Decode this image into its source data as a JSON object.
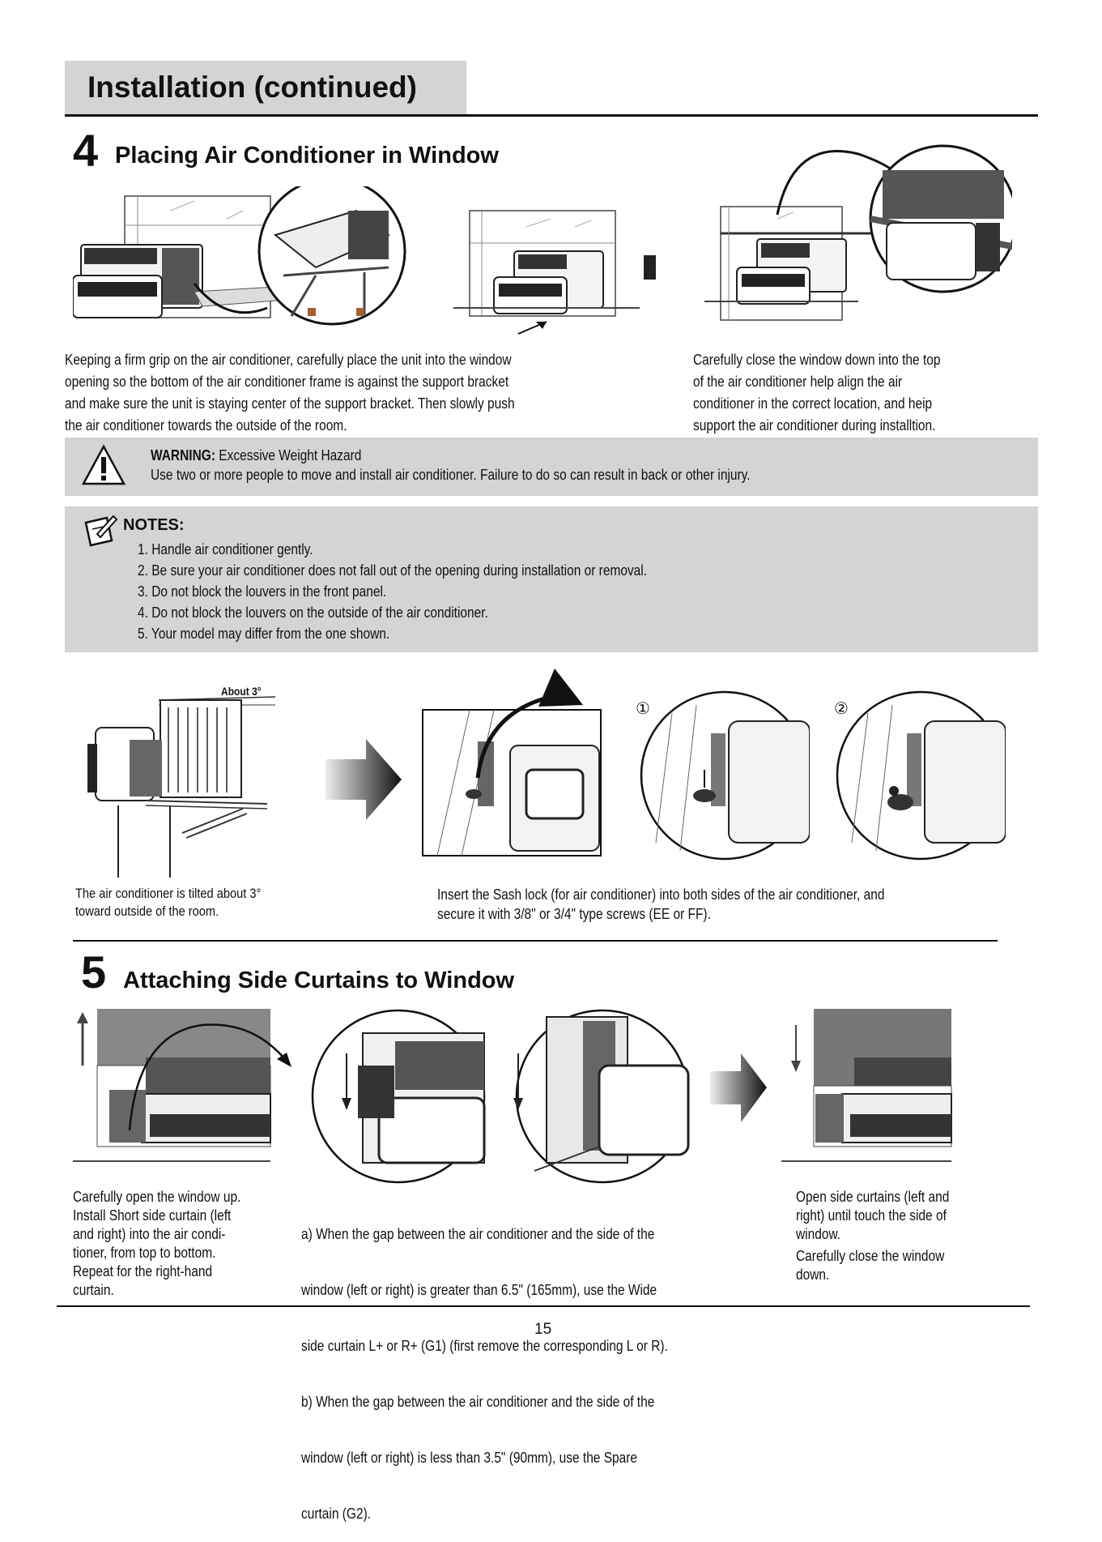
{
  "header": {
    "title": "Installation (continued)"
  },
  "step4": {
    "number": "4",
    "title": "Placing Air Conditioner in Window",
    "caption_left": [
      "Keeping a firm grip on the air conditioner, carefully place the unit into the window",
      "opening so the bottom of the air conditioner frame is against the support bracket",
      "and make sure the unit is staying center of the support bracket. Then slowly push",
      "the air conditioner towards the outside of the room."
    ],
    "caption_right": [
      "Carefully close the window down into the top",
      "of the air conditioner help align the air",
      "conditioner in the correct location, and heip",
      "support the air conditioner during installtion."
    ]
  },
  "warning": {
    "label": "WARNING:",
    "title": "Excessive Weight Hazard",
    "text": "Use two or more people to move and install air conditioner. Failure to do so can result in back or other injury."
  },
  "notes": {
    "label": "NOTES:",
    "items": [
      "1. Handle air conditioner gently.",
      "2. Be sure your air conditioner does not fall out of the opening during installation or removal.",
      "3. Do not block the louvers in the front panel.",
      "4. Do not block the louvers on the outside of the air conditioner.",
      "5. Your model may differ from the one shown."
    ]
  },
  "tilt": {
    "angle_label": "About 3°",
    "caption": [
      "The air conditioner is tilted about 3°",
      "toward outside of the room."
    ]
  },
  "sash": {
    "marker1": "①",
    "marker2": "②",
    "caption": [
      "Insert the Sash lock (for air conditioner) into both sides of the air conditioner, and",
      "secure it with 3/8\" or 3/4\" type screws (EE or FF)."
    ]
  },
  "step5": {
    "number": "5",
    "title": "Attaching Side Curtains to Window",
    "caption_left": [
      "Carefully open the window up.",
      "Install Short side curtain (left",
      "and right) into the air condi-",
      "tioner, from top to bottom.",
      "Repeat for the right-hand",
      "curtain."
    ],
    "caption_mid": [
      "a) When the gap between the air conditioner and the side of the",
      "     window (left or right) is greater than 6.5\" (165mm), use the Wide",
      "     side curtain L+ or R+ (G1) (first remove the corresponding L or R).",
      "b) When the gap between the air conditioner and the side of the",
      "     window (left or right) is less than 3.5\" (90mm), use the Spare",
      "     curtain (G2)."
    ],
    "caption_right": [
      "Open side curtains (left and",
      "right) until touch the side of",
      "window.",
      "Carefully close the window",
      "down."
    ]
  },
  "footer": {
    "page_number": "15"
  }
}
